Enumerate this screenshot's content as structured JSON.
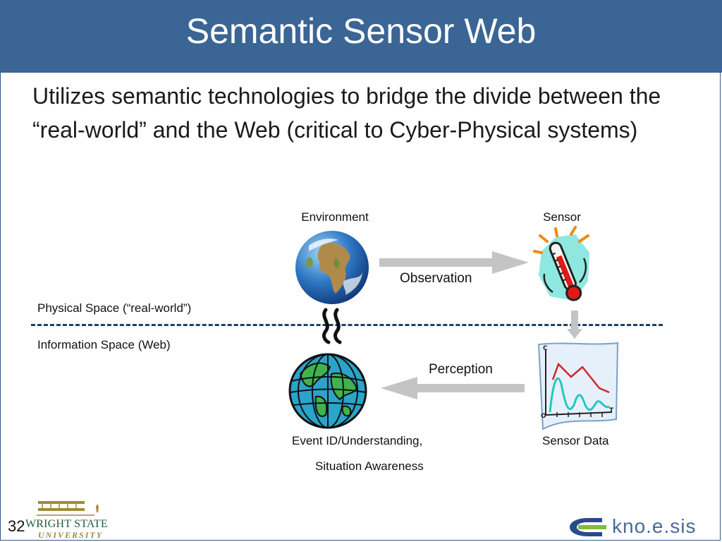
{
  "slide": {
    "title": "Semantic Sensor Web",
    "body": "Utilizes semantic technologies to bridge the divide between the “real-world” and the Web (critical to Cyber-Physical systems)",
    "page_number": "32"
  },
  "diagram": {
    "environment_label": "Environment",
    "sensor_label": "Sensor",
    "observation_label": "Observation",
    "perception_label": "Perception",
    "physical_space_label": "Physical Space (“real-world”)",
    "information_space_label": "Information Space (Web)",
    "event_label": "Event ID/Understanding,",
    "situation_label": "Situation Awareness",
    "sensor_data_label": "Sensor Data",
    "chart_axis_y": "C",
    "chart_axis_x": "T",
    "chart_origin": "O"
  },
  "logos": {
    "wright_state_line1": "WRIGHT STATE",
    "wright_state_line2": "UNIVERSITY",
    "knoesis": "kno.e.sis"
  },
  "colors": {
    "title_bar": "#3a6594",
    "arrow_gray": "#c4c4c4",
    "dash_line": "#1f3f66",
    "wsu_green": "#1f5c3a",
    "wsu_gold": "#a08a38"
  }
}
